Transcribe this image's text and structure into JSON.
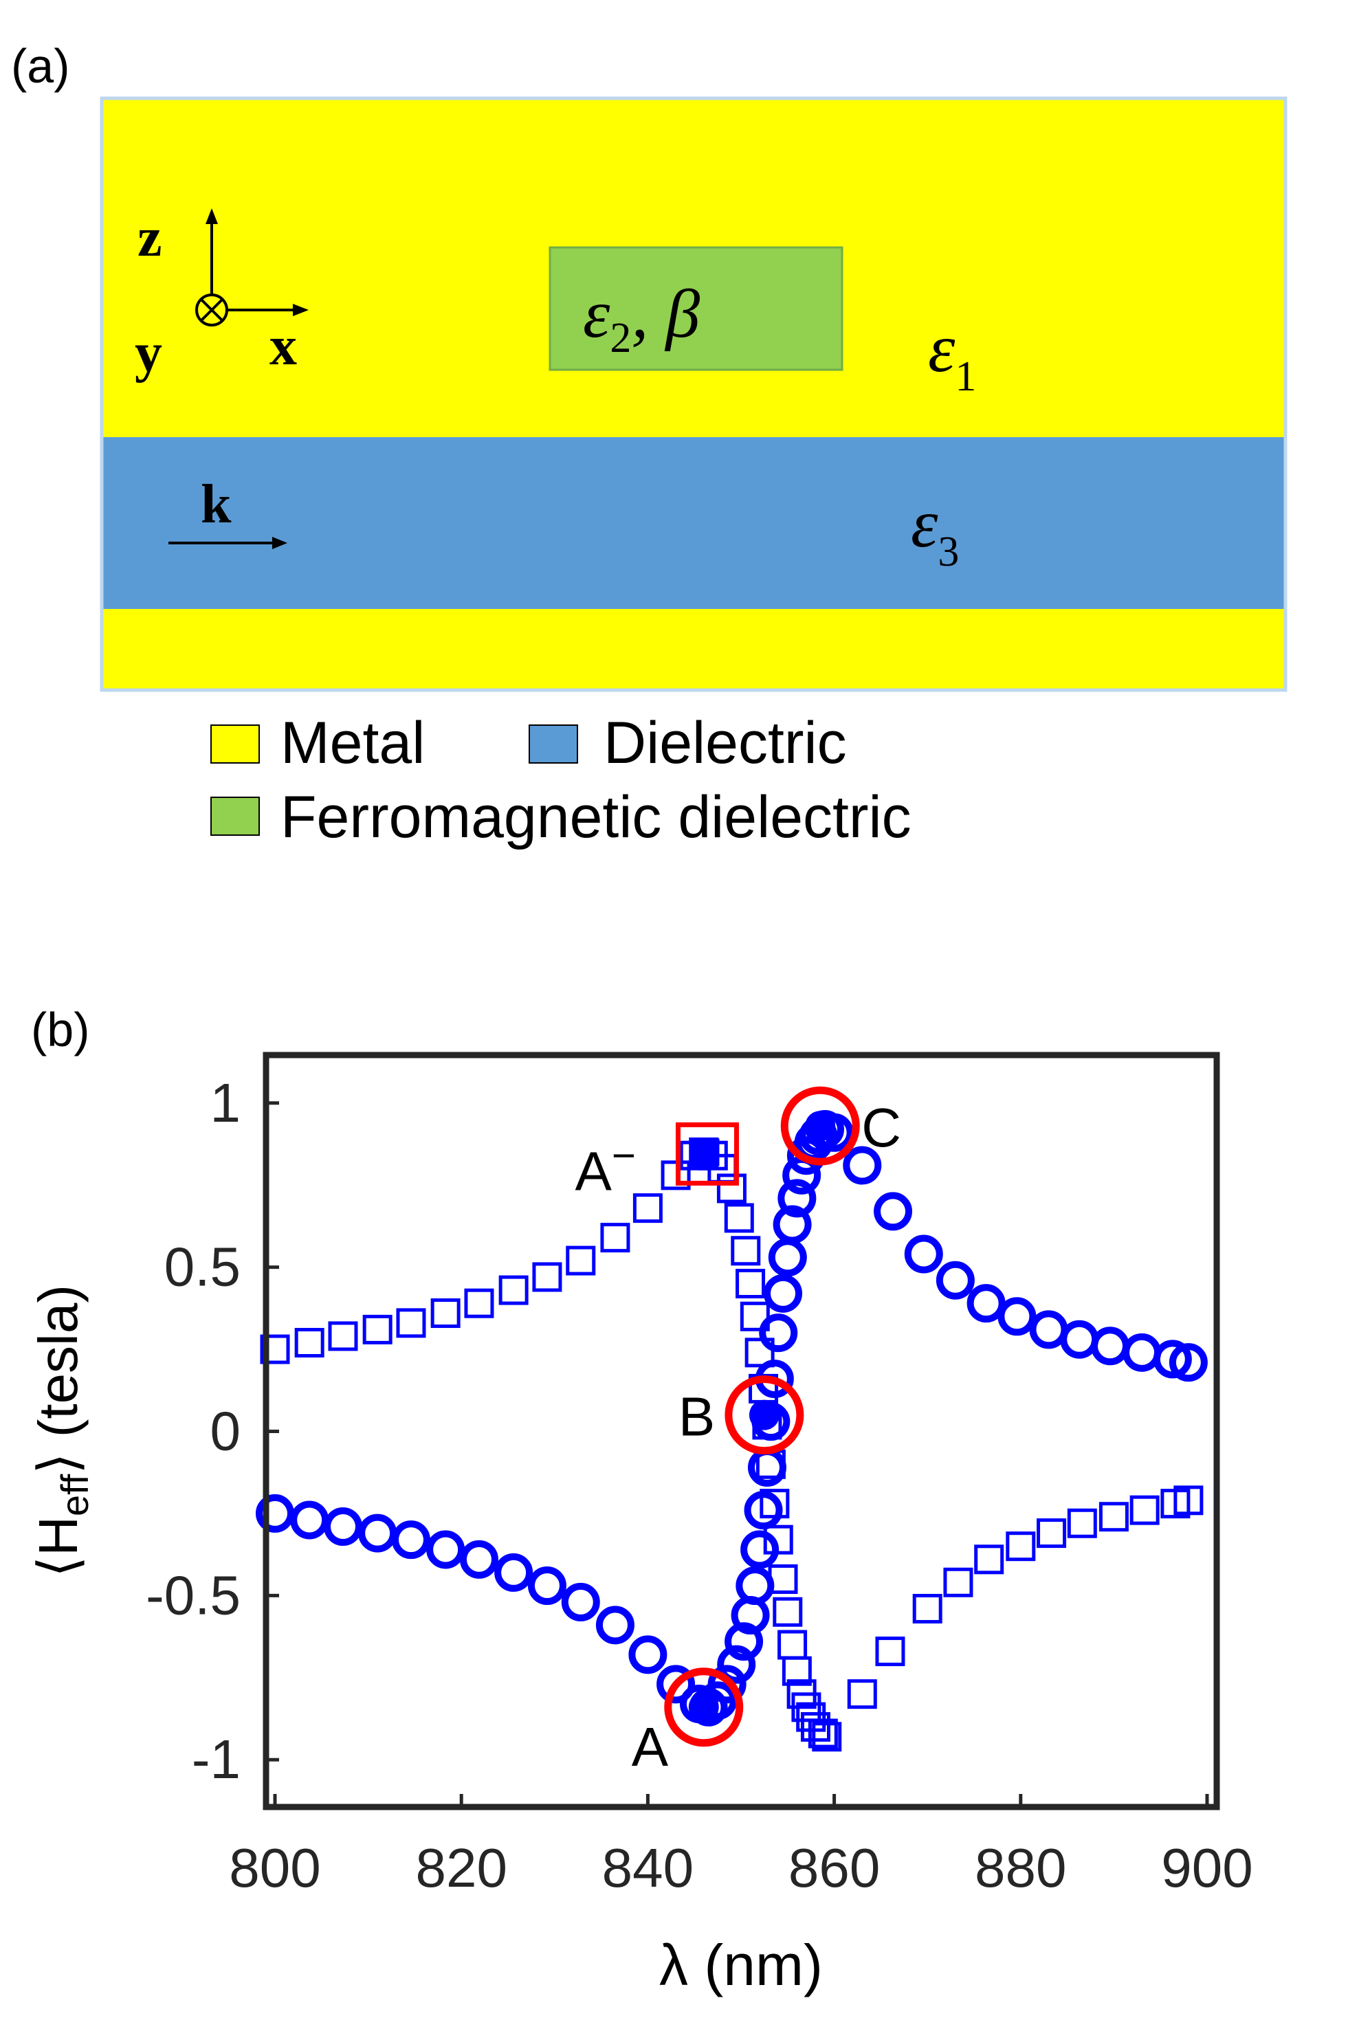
{
  "panel_a": {
    "label": "(a)",
    "axes": {
      "z": "z",
      "y": "y",
      "x": "x"
    },
    "wave_vector": "k",
    "eps1": {
      "sym": "ε",
      "sub": "1"
    },
    "eps2_beta": {
      "sym": "ε",
      "sub": "2",
      "rest": ", β"
    },
    "eps3": {
      "sym": "ε",
      "sub": "3"
    },
    "legend": [
      {
        "label": "Metal",
        "color": "#ffff00"
      },
      {
        "label": "Dielectric",
        "color": "#5b9bd5"
      },
      {
        "label": "Ferromagnetic dielectric",
        "color": "#92d050"
      }
    ],
    "colors": {
      "metal": "#ffff00",
      "dielectric": "#5b9bd5",
      "ferro": "#92d050",
      "frame": "#bdd7ee"
    }
  },
  "chart_data": {
    "type": "scatter",
    "panel_label": "(b)",
    "xlabel": "λ (nm)",
    "ylabel": {
      "open": "⟨H",
      "sub": "eff",
      "close": "⟩ (tesla)"
    },
    "xlim": [
      800,
      900
    ],
    "ylim": [
      -1.1,
      1.1
    ],
    "xticks": [
      "800",
      "820",
      "840",
      "860",
      "880",
      "900"
    ],
    "yticks": [
      "-1",
      "-0.5",
      "0",
      "0.5",
      "1"
    ],
    "grid": false,
    "series": [
      {
        "marker": "square",
        "color": "#0000ff",
        "x": [
          800,
          803.7,
          807.3,
          811,
          814.6,
          818.3,
          821.9,
          825.6,
          829.2,
          832.8,
          836.5,
          840,
          843,
          845,
          846,
          847,
          848,
          849,
          849.8,
          850.5,
          851,
          851.5,
          852,
          852.4,
          852.8,
          853.2,
          853.6,
          854,
          854.5,
          855,
          855.5,
          856,
          856.5,
          857,
          857.5,
          858,
          858.8,
          859.2,
          863,
          866,
          870,
          873.3,
          876.6,
          880,
          883.3,
          886.6,
          890,
          893.3,
          896.6,
          898
        ],
        "y": [
          0.25,
          0.27,
          0.29,
          0.31,
          0.33,
          0.36,
          0.39,
          0.43,
          0.47,
          0.52,
          0.59,
          0.68,
          0.78,
          0.84,
          0.85,
          0.84,
          0.8,
          0.74,
          0.65,
          0.55,
          0.45,
          0.35,
          0.24,
          0.13,
          0.02,
          -0.1,
          -0.22,
          -0.33,
          -0.45,
          -0.55,
          -0.65,
          -0.73,
          -0.8,
          -0.84,
          -0.87,
          -0.9,
          -0.92,
          -0.93,
          -0.8,
          -0.67,
          -0.54,
          -0.46,
          -0.39,
          -0.35,
          -0.31,
          -0.28,
          -0.26,
          -0.24,
          -0.22,
          -0.21
        ]
      },
      {
        "marker": "circle",
        "color": "#0000ff",
        "x": [
          800,
          803.7,
          807.3,
          811,
          814.6,
          818.3,
          821.9,
          825.6,
          829.2,
          832.8,
          836.5,
          840,
          843,
          845.5,
          846.5,
          847.5,
          848.5,
          849.5,
          850.3,
          851,
          851.5,
          852,
          852.4,
          852.8,
          853.2,
          853.6,
          854,
          854.5,
          855,
          855.5,
          856,
          856.5,
          857,
          857.8,
          858.3,
          859,
          860,
          863,
          866.3,
          869.6,
          873,
          876.3,
          879.6,
          883,
          886.3,
          889.6,
          893,
          896.3,
          898
        ],
        "y": [
          -0.25,
          -0.27,
          -0.29,
          -0.31,
          -0.33,
          -0.36,
          -0.39,
          -0.43,
          -0.47,
          -0.52,
          -0.59,
          -0.68,
          -0.77,
          -0.83,
          -0.84,
          -0.82,
          -0.77,
          -0.71,
          -0.64,
          -0.56,
          -0.47,
          -0.36,
          -0.24,
          -0.11,
          0.03,
          0.16,
          0.3,
          0.42,
          0.53,
          0.63,
          0.71,
          0.78,
          0.84,
          0.88,
          0.9,
          0.92,
          0.91,
          0.81,
          0.67,
          0.54,
          0.46,
          0.39,
          0.35,
          0.31,
          0.28,
          0.26,
          0.24,
          0.22,
          0.21
        ]
      }
    ],
    "annotations": [
      {
        "text": "A",
        "sup": "",
        "x": 846,
        "y": -0.84,
        "marker": "circle",
        "color": "#ff0000"
      },
      {
        "text": "B",
        "sup": "",
        "x": 852.5,
        "y": 0.05,
        "marker": "circle",
        "color": "#ff0000"
      },
      {
        "text": "C",
        "sup": "",
        "x": 858.5,
        "y": 0.93,
        "marker": "circle",
        "color": "#ff0000"
      },
      {
        "text": "A",
        "sup": "−",
        "x": 846.2,
        "y": 0.85,
        "marker": "square",
        "color": "#ff0000"
      }
    ]
  }
}
